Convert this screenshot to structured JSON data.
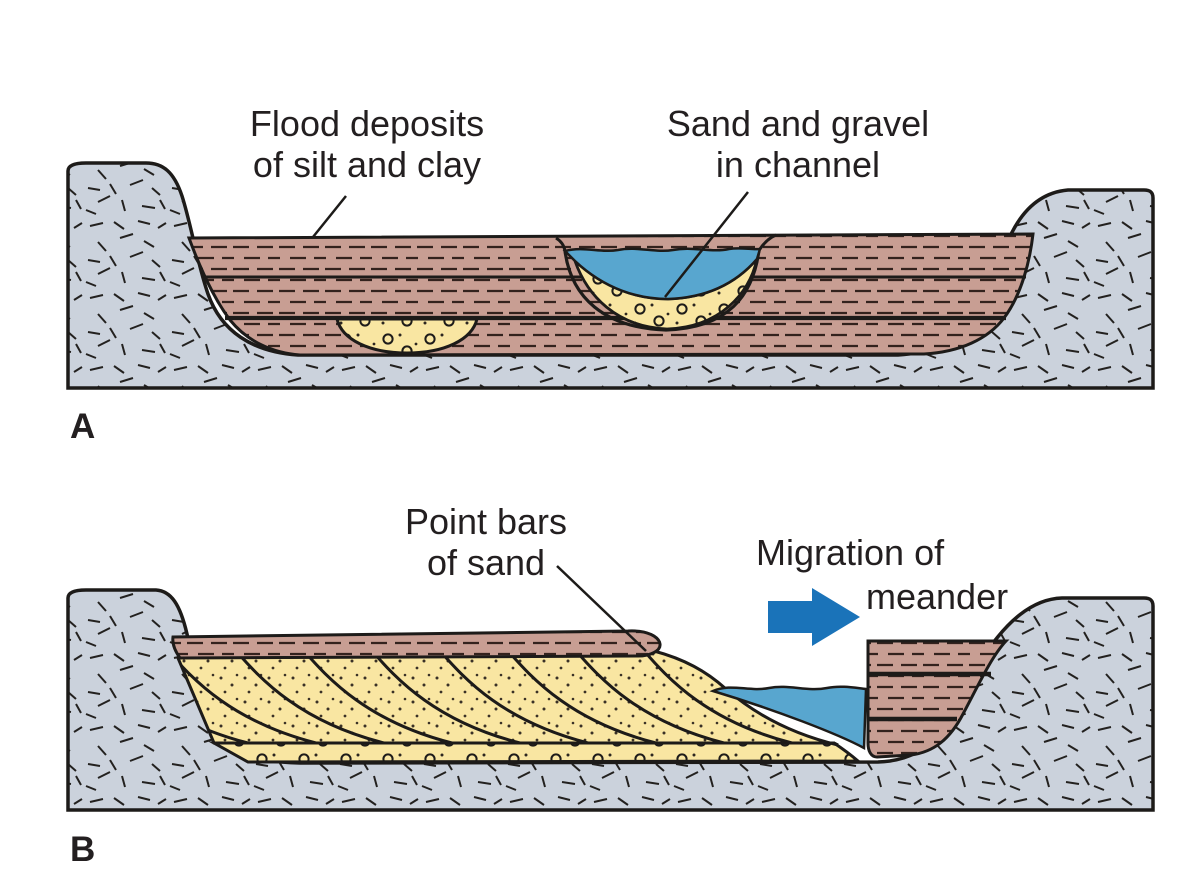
{
  "panel_a": {
    "letter": "A",
    "flood_label": {
      "line1": "Flood deposits",
      "line2": "of silt and clay"
    },
    "channel_label": {
      "line1": "Sand and gravel",
      "line2": "in channel"
    }
  },
  "panel_b": {
    "letter": "B",
    "point_bar_label": {
      "line1": "Point bars",
      "line2": "of sand"
    },
    "migration_label": {
      "line1": "Migration of",
      "line2": "meander"
    }
  },
  "colors": {
    "bedrock": "#cbd2dc",
    "silt_clay": "#c89e93",
    "sand": "#f9e6a2",
    "water": "#58a6cf",
    "arrow": "#1a73b9",
    "outline": "#1d1b19"
  }
}
